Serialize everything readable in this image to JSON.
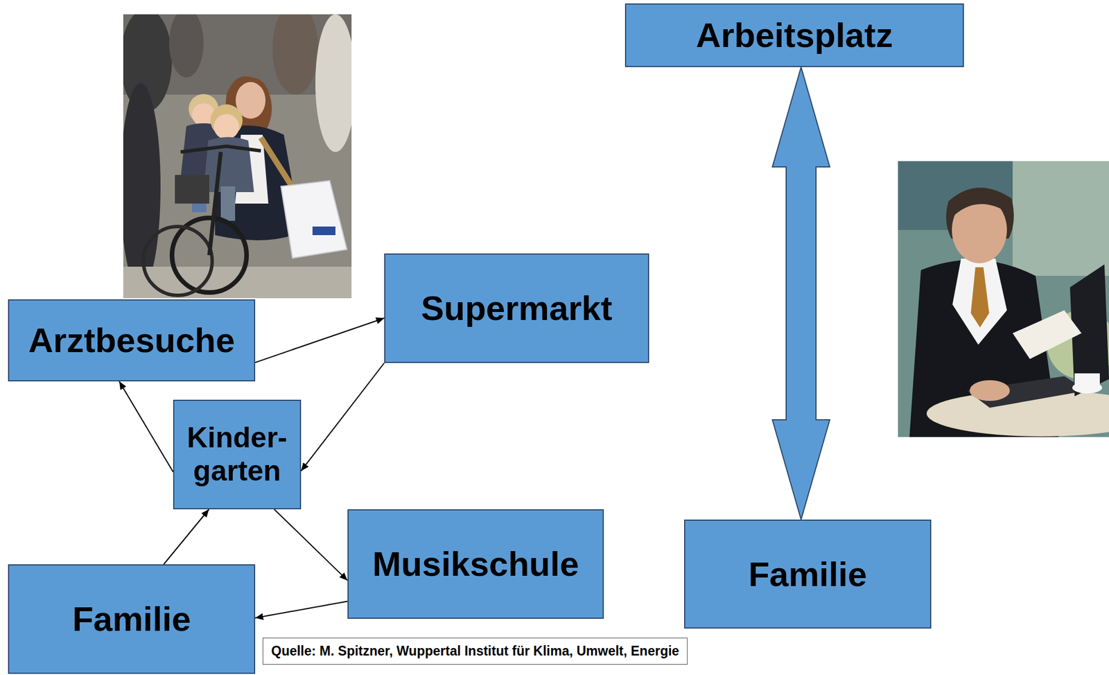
{
  "diagram": {
    "nodes": [
      {
        "text": [
          "Arbeitsplatz"
        ]
      },
      {
        "text": [
          "Supermarkt"
        ]
      },
      {
        "text": [
          "Arztbesuche"
        ]
      },
      {
        "text": [
          "Kinder- garten"
        ]
      },
      {
        "text": [
          "Musikschule"
        ]
      },
      {
        "text": [
          "Familie"
        ]
      },
      {
        "text": [
          "Familie"
        ]
      }
    ],
    "edges": [
      {
        "from": 6,
        "to": 3,
        "arrow": "to"
      },
      {
        "from": 3,
        "to": 2,
        "arrow": "to"
      },
      {
        "from": 2,
        "to": 1,
        "arrow": "to"
      },
      {
        "from": 1,
        "to": 3,
        "arrow": "to"
      },
      {
        "from": 3,
        "to": 4,
        "arrow": "to"
      },
      {
        "from": 4,
        "to": 6,
        "arrow": "to"
      },
      {
        "from": 0,
        "to": 5,
        "arrow": "both"
      }
    ],
    "labels": [
      "Quelle: M. Spitzner, Wuppertal Institut für Klima, Umwelt, Energie"
    ]
  }
}
